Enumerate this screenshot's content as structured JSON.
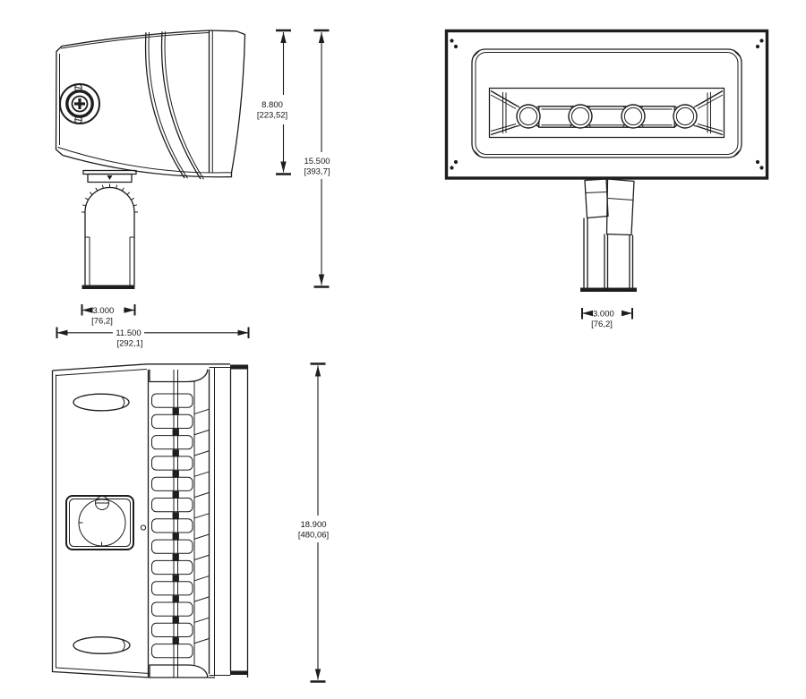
{
  "drawing": {
    "background": "#ffffff",
    "line_color": "#1d1d1d",
    "views": {
      "side": {
        "dims": {
          "body_height": {
            "in": "8.800",
            "mm": "[223,52]"
          },
          "overall_height": {
            "in": "15.500",
            "mm": "[393,7]"
          },
          "fitter_width": {
            "in": "3.000",
            "mm": "[76,2]"
          },
          "overall_width": {
            "in": "11.500",
            "mm": "[292,1]"
          }
        }
      },
      "front": {
        "dims": {
          "fitter_width": {
            "in": "3.000",
            "mm": "[76,2]"
          }
        }
      },
      "rear": {
        "dims": {
          "overall_length": {
            "in": "18.900",
            "mm": "[480,06]"
          }
        }
      }
    }
  }
}
